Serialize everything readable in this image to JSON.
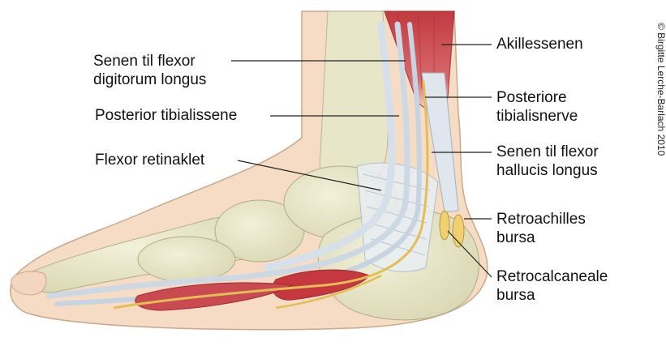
{
  "labels": {
    "flexor_digitorum": {
      "line1": "Senen til flexor",
      "line2": "digitorum longus"
    },
    "posterior_tibialis_tendon": {
      "line1": "Posterior tibialissene"
    },
    "flexor_retinaculum": {
      "line1": "Flexor retinaklet"
    },
    "achilles": {
      "line1": "Akillessenen"
    },
    "posterior_tibial_nerve": {
      "line1": "Posteriore",
      "line2": "tibialisnerve"
    },
    "flexor_hallucis": {
      "line1": "Senen til flexor",
      "line2": "hallucis longus"
    },
    "retroachilles_bursa": {
      "line1": "Retroachilles",
      "line2": "bursa"
    },
    "retrocalcaneal_bursa": {
      "line1": "Retrocalcaneale",
      "line2": "bursa"
    }
  },
  "copyright": "© Birgitte Lerche-Barlach 2010",
  "colors": {
    "skin": "#f6dcc4",
    "bone": "#e6e5c6",
    "tendon": "#d7e1ec",
    "muscle": "#c5383f",
    "nerve": "#e3be57"
  }
}
